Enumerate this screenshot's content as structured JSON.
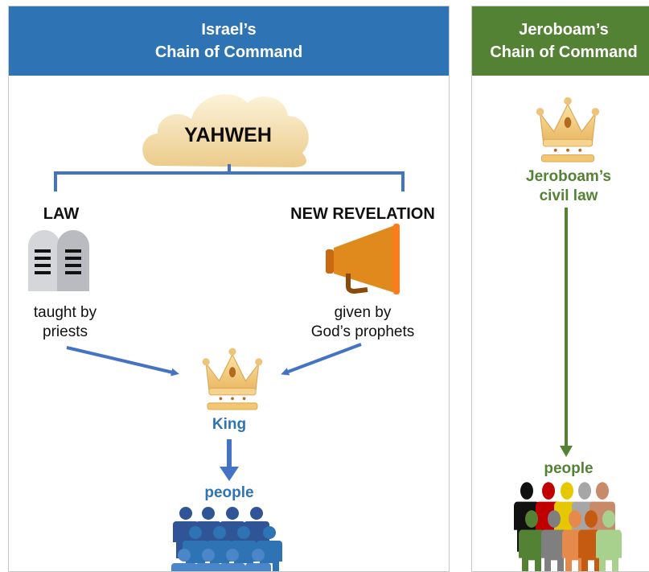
{
  "left_panel": {
    "title_line1": "Israel’s",
    "title_line2": "Chain of Command",
    "header_color": "#2e74b5",
    "top_node": "YAHWEH",
    "left_branch_title": "LAW",
    "left_branch_caption_1": "taught by",
    "left_branch_caption_2": "priests",
    "right_branch_title": "NEW REVELATION",
    "right_branch_caption_1": "given by",
    "right_branch_caption_2": "God’s prophets",
    "king_label": "King",
    "people_label": "people",
    "icons": [
      "cloud-icon",
      "tablets-icon",
      "megaphone-icon",
      "crown-icon",
      "people-group-icon"
    ]
  },
  "right_panel": {
    "title_line1": "Jeroboam’s",
    "title_line2": "Chain of Command",
    "header_color": "#548235",
    "crown_caption_1": "Jeroboam’s",
    "crown_caption_2": "civil law",
    "people_label": "people",
    "icons": [
      "crown-icon",
      "diverse-people-icon"
    ]
  }
}
